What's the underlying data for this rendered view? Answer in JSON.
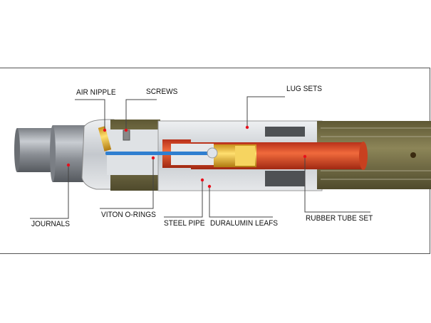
{
  "labels": {
    "air_nipple": "AIR NIPPLE",
    "screws": "SCREWS",
    "lug_sets": "LUG SETS",
    "journals": "JOURNALS",
    "viton_o_rings": "VITON O-RINGS",
    "steel_pipe": "STEEL PIPE",
    "duralumin_leafs": "DURALUMIN LEAFS",
    "rubber_tube_set": "RUBBER TUBE SET"
  },
  "colors": {
    "rubber": "#d9442a",
    "brass": "#e8b830",
    "air_line": "#2f7fd0",
    "olive": "#77704a",
    "steel": "#c8ccd0",
    "marker": "#e8101c"
  }
}
